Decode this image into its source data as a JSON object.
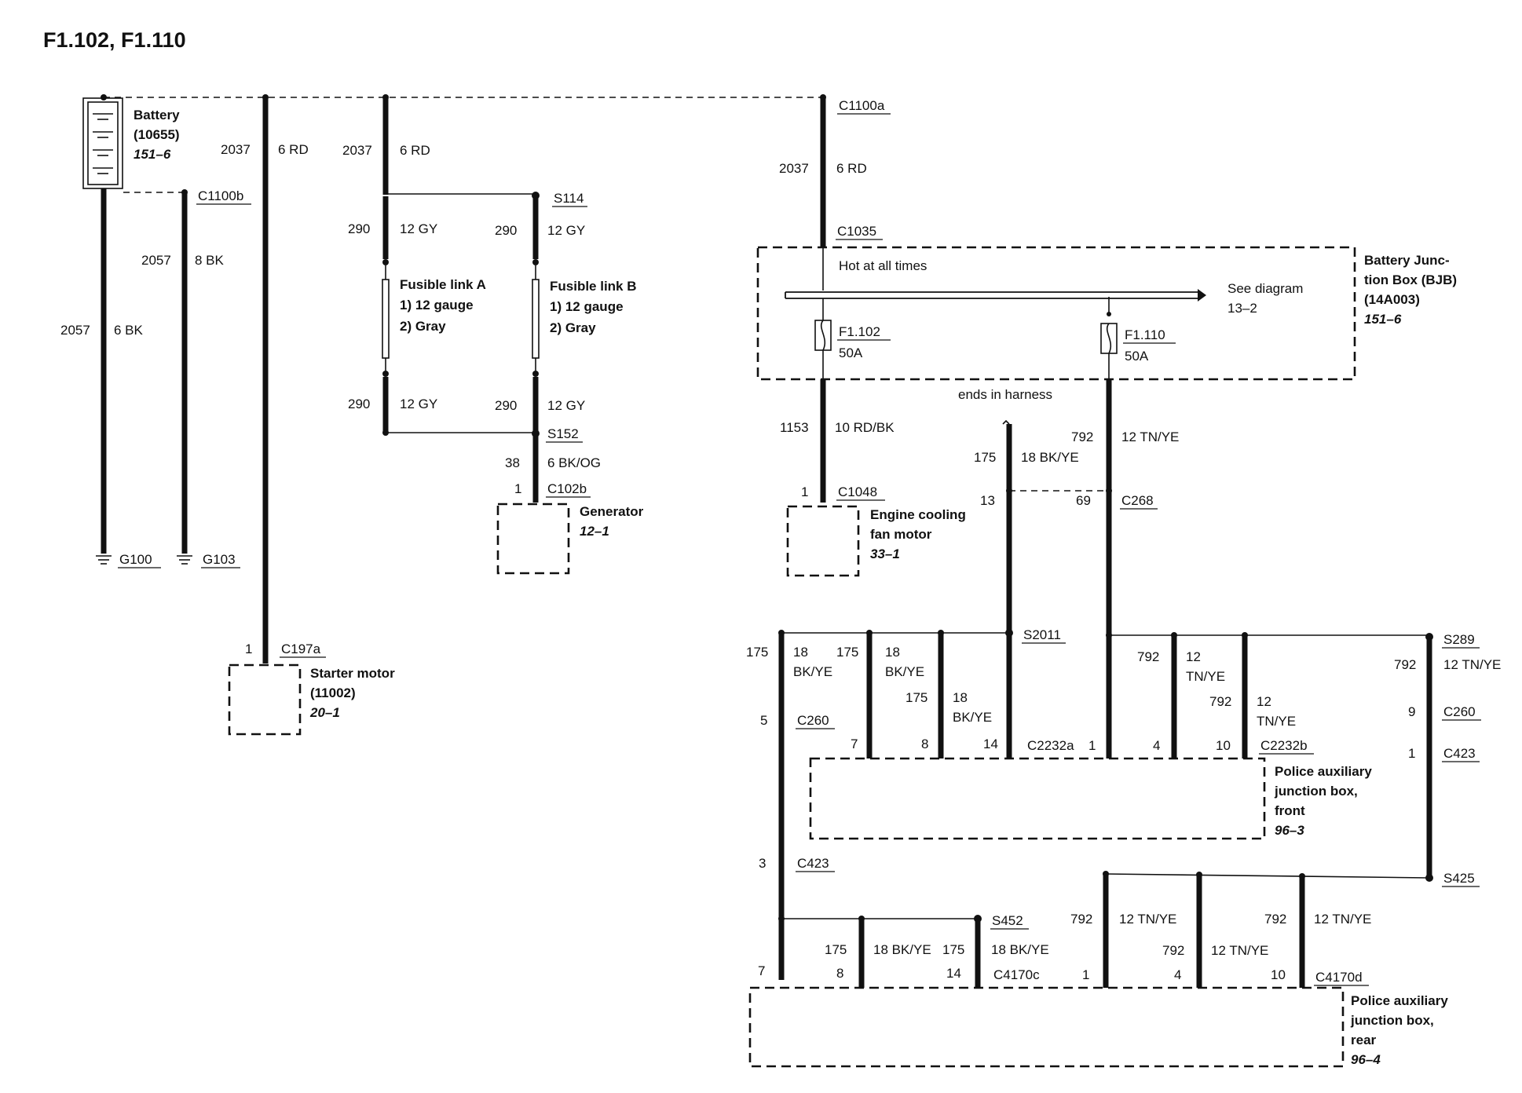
{
  "title": "F1.102, F1.110",
  "battery": {
    "name": "Battery",
    "part": "(10655)",
    "ref": "151–6"
  },
  "bjb": {
    "line1": "Battery Junc-",
    "line2": "tion Box (BJB)",
    "line3": "(14A003)",
    "ref": "151–6",
    "hot": "Hot at all times",
    "see1": "See diagram",
    "see2": "13–2"
  },
  "fuses": [
    {
      "name": "F1.102",
      "rating": "50A"
    },
    {
      "name": "F1.110",
      "rating": "50A"
    }
  ],
  "fusible_links": [
    {
      "name": "Fusible link A",
      "spec1": "1)   12 gauge",
      "spec2": "2)    Gray"
    },
    {
      "name": "Fusible link B",
      "spec1": "1)   12 gauge",
      "spec2": "2)    Gray"
    }
  ],
  "components": {
    "starter": {
      "l1": "Starter motor",
      "l2": "(11002)",
      "ref": "20–1"
    },
    "generator": {
      "l1": "Generator",
      "ref": "12–1"
    },
    "fan": {
      "l1": "Engine cooling",
      "l2": "fan motor",
      "ref": "33–1"
    },
    "pajb_front": {
      "l1": "Police auxiliary",
      "l2": "junction box,",
      "l3": "front",
      "ref": "96–3"
    },
    "pajb_rear": {
      "l1": "Police auxiliary",
      "l2": "junction box,",
      "l3": "rear",
      "ref": "96–4"
    }
  },
  "ends_in_harness": "ends in harness",
  "connectors": [
    "C1100a",
    "C1100b",
    "C1035",
    "C197a",
    "C102b",
    "C1048",
    "C268",
    "C260",
    "C2232a",
    "C2232b",
    "C423",
    "C4170c",
    "C4170d",
    "S114",
    "S152",
    "S2011",
    "S289",
    "S425",
    "S452",
    "G100",
    "G103"
  ],
  "wires": [
    {
      "circuit": "2037",
      "spec": "6 RD"
    },
    {
      "circuit": "2037",
      "spec": "6 RD"
    },
    {
      "circuit": "2037",
      "spec": "6 RD"
    },
    {
      "circuit": "2057",
      "spec": "8 BK"
    },
    {
      "circuit": "2057",
      "spec": "6 BK"
    },
    {
      "circuit": "290",
      "spec": "12 GY"
    },
    {
      "circuit": "290",
      "spec": "12 GY"
    },
    {
      "circuit": "290",
      "spec": "12 GY"
    },
    {
      "circuit": "290",
      "spec": "12 GY"
    },
    {
      "circuit": "38",
      "spec": "6 BK/OG"
    },
    {
      "circuit": "1153",
      "spec": "10 RD/BK"
    },
    {
      "circuit": "792",
      "spec": "12 TN/YE"
    },
    {
      "circuit": "175",
      "spec": "18 BK/YE"
    },
    {
      "circuit": "792",
      "spec": "12 TN/YE"
    },
    {
      "circuit": "792",
      "spec": "12 TN/YE"
    },
    {
      "circuit": "792",
      "spec": "12 TN/YE"
    },
    {
      "circuit": "792",
      "spec": "12 TN/YE"
    },
    {
      "circuit": "175",
      "spec": "18 BK/YE"
    },
    {
      "circuit": "175",
      "spec": "18 BK/YE"
    }
  ],
  "stacked": {
    "a1": "18",
    "a2": "BK/YE",
    "b1": "18",
    "b2": "BK/YE",
    "c1": "18",
    "c2": "BK/YE",
    "d1": "12",
    "d2": "TN/YE",
    "e1": "12",
    "e2": "TN/YE"
  },
  "circuits_misc": {
    "c175a": "175",
    "c175b": "175",
    "c175c": "175",
    "c792a": "792",
    "c792b": "792"
  },
  "pins": {
    "p1_c197a": "1",
    "p1_c102b": "1",
    "p1_c1048": "1",
    "p13": "13",
    "p69": "69",
    "p5": "5",
    "p7a": "7",
    "p8a": "8",
    "p14a": "14",
    "p1a": "1",
    "p4a": "4",
    "p10a": "10",
    "p9": "9",
    "p1b": "1",
    "p3": "3",
    "p7b": "7",
    "p8b": "8",
    "p14b": "14",
    "p1c": "1",
    "p4b": "4",
    "p10b": "10"
  }
}
